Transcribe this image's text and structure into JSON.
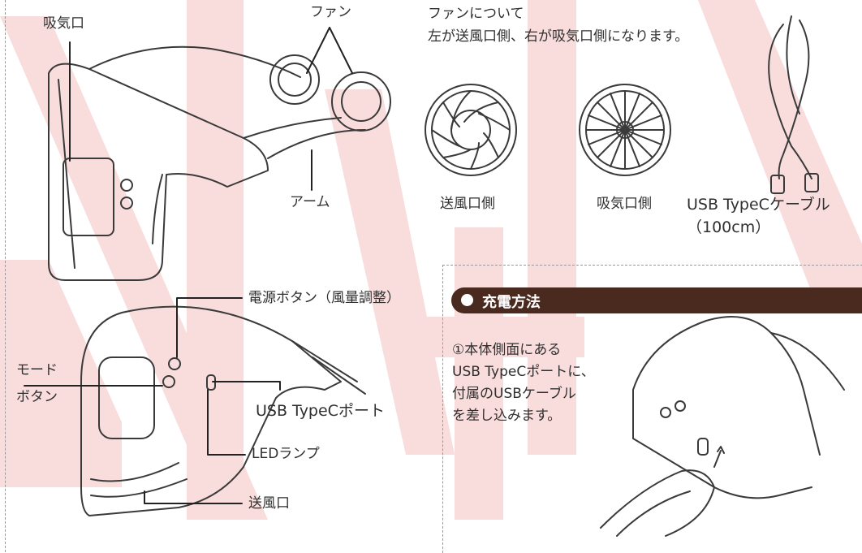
{
  "colors": {
    "watermark": "#f9dcdc",
    "line": "#2f2f2f",
    "charge_bar": "#4a2a1f"
  },
  "top": {
    "label_intake_main": "吸気口",
    "label_fan": "ファン",
    "label_arm": "アーム",
    "fan_note_line1": "ファンについて",
    "fan_note_line2": "左が送風口側、右が吸気口側になります。",
    "label_outlet_side": "送風口側",
    "label_intake_side": "吸気口側",
    "cable_line1": "USB TypeCケーブル",
    "cable_line2": "（100cm）"
  },
  "bottom": {
    "label_power_button": "電源ボタン（風量調整）",
    "label_mode_line1": "モード",
    "label_mode_line2": "ボタン",
    "label_usb_port": "USB TypeCポート",
    "label_led": "LEDランプ",
    "label_outlet": "送風口"
  },
  "charge": {
    "title": "充電方法",
    "lines": [
      "①本体側面にある",
      "USB TypeCポートに、",
      "付属のUSBケーブル",
      "を差し込みます。"
    ]
  }
}
